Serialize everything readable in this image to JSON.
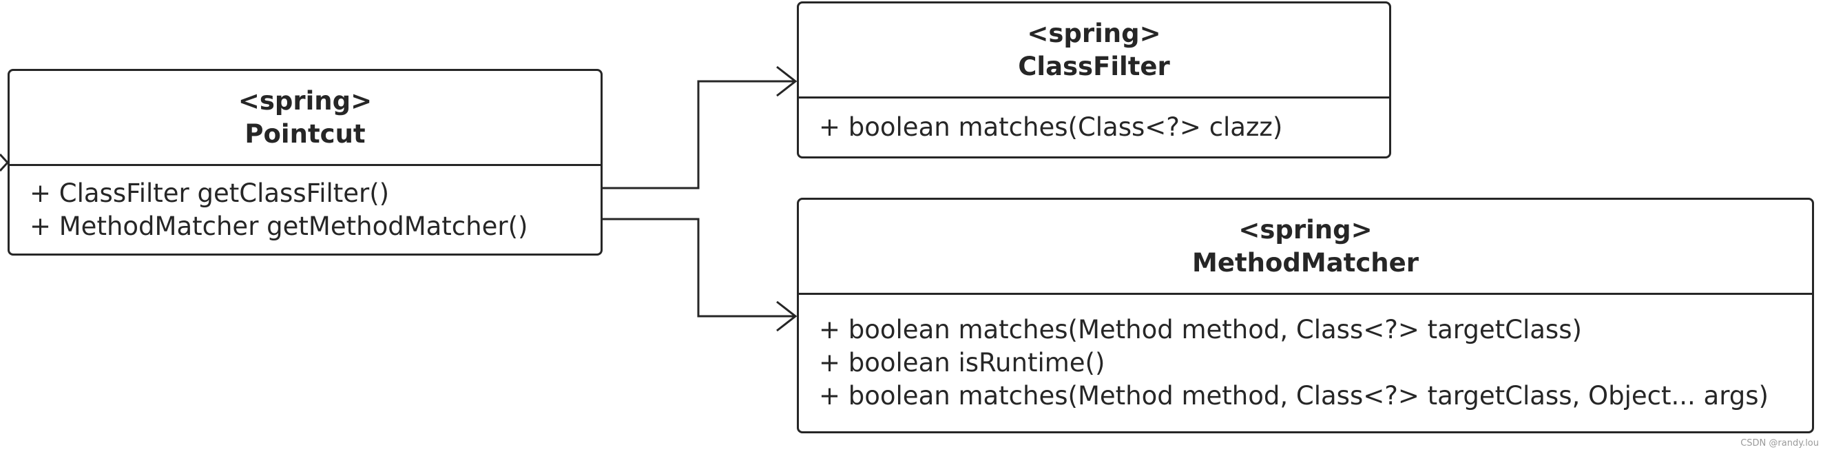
{
  "diagram": {
    "classes": {
      "pointcut": {
        "stereotype": "<spring>",
        "name": "Pointcut",
        "methods": [
          "+ ClassFilter getClassFilter()",
          "+ MethodMatcher getMethodMatcher()"
        ]
      },
      "class_filter": {
        "stereotype": "<spring>",
        "name": "ClassFilter",
        "methods": [
          "+ boolean matches(Class<?> clazz)"
        ]
      },
      "method_matcher": {
        "stereotype": "<spring>",
        "name": "MethodMatcher",
        "methods": [
          "+ boolean matches(Method method, Class<?> targetClass)",
          "+ boolean isRuntime()",
          "+ boolean matches(Method method, Class<?> targetClass, Object... args)"
        ]
      }
    },
    "relations": [
      {
        "from": "Pointcut",
        "to": "ClassFilter",
        "arrow": "open"
      },
      {
        "from": "Pointcut",
        "to": "MethodMatcher",
        "arrow": "open"
      }
    ],
    "line_color": "#262626"
  },
  "watermark": "CSDN @randy.lou"
}
